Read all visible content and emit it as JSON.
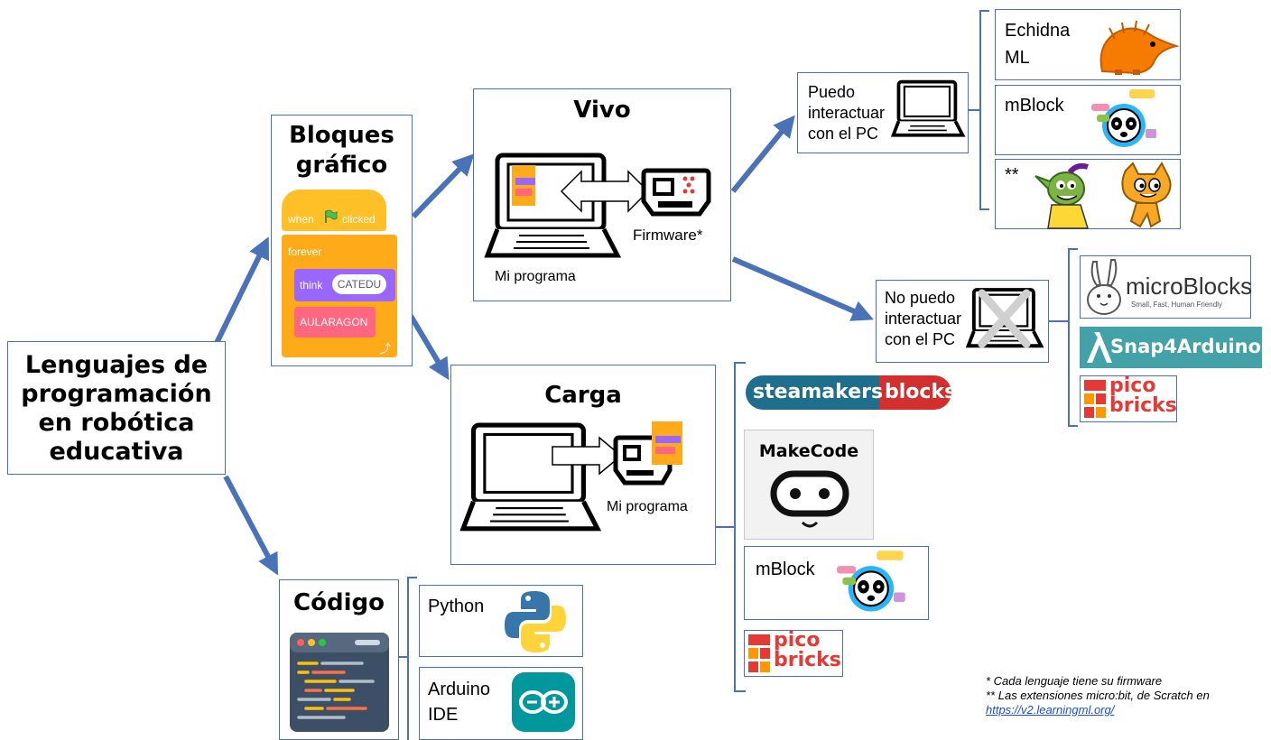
{
  "root": {
    "lines": [
      "Lenguajes de",
      "programación",
      "en robótica",
      "educativa"
    ]
  },
  "bloques": {
    "title_lines": [
      "Bloques",
      "gráfico"
    ],
    "blocks": {
      "when": "when",
      "clicked": "clicked",
      "forever": "forever",
      "think": "think",
      "think_arg": "CATEDU",
      "aularagon": "AULARAGON"
    }
  },
  "vivo": {
    "title": "Vivo",
    "program_label": "Mi programa",
    "firmware_label": "Firmware*"
  },
  "carga": {
    "title": "Carga",
    "program_label": "Mi programa"
  },
  "codigo": {
    "title": "Código",
    "items": [
      {
        "label": "Python"
      },
      {
        "label_lines": [
          "Arduino",
          "IDE"
        ]
      }
    ]
  },
  "puedo": {
    "lines": [
      "Puedo",
      "interactuar",
      "con el PC"
    ]
  },
  "no_puedo": {
    "lines": [
      "No puedo",
      "interactuar",
      "con el PC"
    ]
  },
  "puedo_tools": [
    {
      "lines": [
        "Echidna",
        "ML"
      ]
    },
    {
      "label": "mBlock"
    },
    {
      "label": "**"
    }
  ],
  "no_puedo_tools": {
    "microblocks": {
      "name": "microBlocks",
      "tagline": "Small, Fast, Human Friendly"
    },
    "snap": {
      "name": "Snap4Arduino"
    },
    "pico": {
      "line1": "pico",
      "line2": "bricks"
    }
  },
  "carga_tools": {
    "steamakers": {
      "part1": "steamakers",
      "part2": "blocks"
    },
    "makecode": {
      "name": "MakeCode"
    },
    "mblock": {
      "label": "mBlock"
    },
    "pico": {
      "line1": "pico",
      "line2": "bricks"
    }
  },
  "notes": {
    "line1": "* Cada lenguaje tiene su firmware",
    "line2": "** Las extensiones micro:bit, de Scratch en",
    "link": "https://v2.learningml.org/"
  },
  "colors": {
    "border": "#4a72b8",
    "arrow": "#4a72b8",
    "block_orange": "#ffab19",
    "block_purple": "#9966ff",
    "block_pink": "#ff6680",
    "python_blue": "#3776ab",
    "python_yellow": "#ffd43b",
    "arduino_teal": "#00979d",
    "pico_red": "#e53935"
  }
}
